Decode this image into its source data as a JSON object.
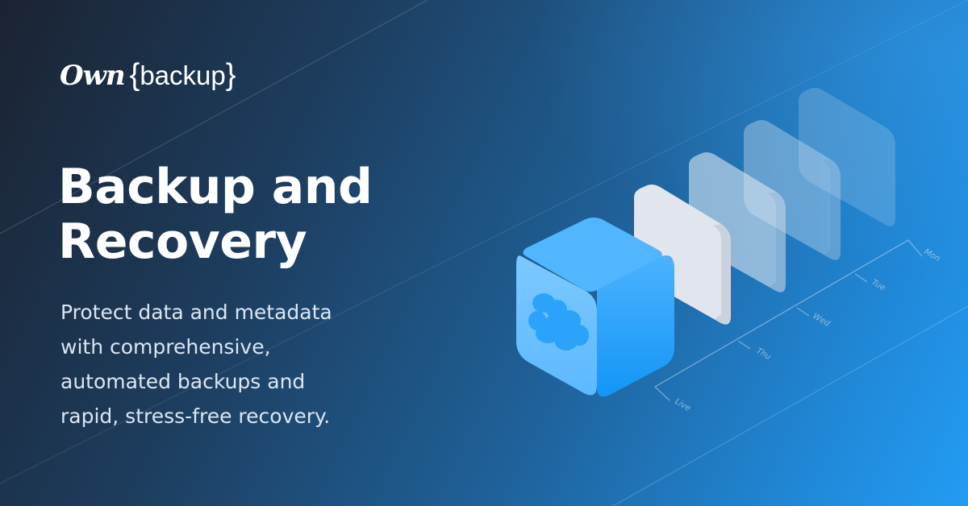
{
  "brand": {
    "logo_own": "Own",
    "logo_brace_open": "{",
    "logo_word": "backup",
    "logo_brace_close": "}"
  },
  "headline": {
    "line1": "Backup and",
    "line2": "Recovery"
  },
  "description": {
    "line1": "Protect data and metadata",
    "line2": "with comprehensive,",
    "line3": "automated backups and",
    "line4": "rapid, stress-free recovery."
  },
  "illustration": {
    "icon": "cloud-icon",
    "timeline_labels": [
      "Mon",
      "Tue",
      "Wed",
      "Thu",
      "Live"
    ]
  },
  "colors": {
    "background_dark": "#1b2332",
    "background_light": "#239cf3",
    "cube_blue": "#4db1ff",
    "snapshot_white": "#e1e6ee",
    "text_white": "#ffffff",
    "text_light": "#dbe6f2"
  }
}
